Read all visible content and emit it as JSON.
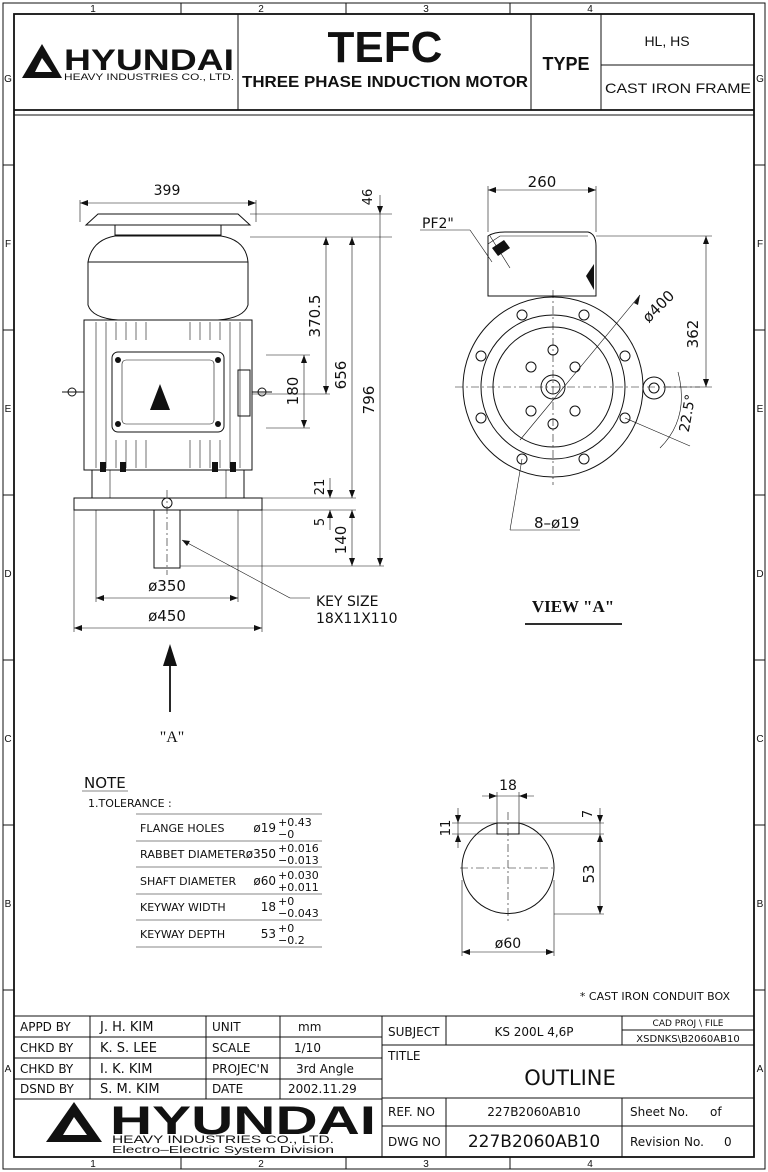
{
  "border": {
    "columns": [
      "1",
      "2",
      "3",
      "4"
    ],
    "rows": [
      "G",
      "F",
      "E",
      "D",
      "C",
      "B",
      "A"
    ]
  },
  "header": {
    "brand": "HYUNDAI",
    "brand_sub": "HEAVY INDUSTRIES CO., LTD.",
    "title": "TEFC",
    "subtitle": "THREE PHASE INDUCTION MOTOR",
    "type_label": "TYPE",
    "type_value": "HL, HS",
    "frame": "CAST IRON FRAME"
  },
  "front_view": {
    "width_top": "399",
    "dim_46": "46",
    "dim_370_5": "370.5",
    "dim_656": "656",
    "dim_796": "796",
    "dim_180": "180",
    "dim_21": "21",
    "dim_5": "5",
    "dim_140": "140",
    "dia_350": "ø350",
    "dia_450": "ø450",
    "key_size_label": "KEY SIZE",
    "key_size_value": "18X11X110",
    "arrow_label": "\"A\""
  },
  "side_view": {
    "dim_260": "260",
    "pf": "PF2\"",
    "dia_400": "ø400",
    "dim_362": "362",
    "angle": "22.5°",
    "holes": "8–ø19",
    "view_label": "VIEW \"A\""
  },
  "note": {
    "title": "NOTE",
    "tolerance": "1.TOLERANCE :",
    "rows": [
      {
        "name": "FLANGE HOLES",
        "nominal": "ø19",
        "upper": "+0.43",
        "lower": "−0"
      },
      {
        "name": "RABBET DIAMETER",
        "nominal": "ø350",
        "upper": "+0.016",
        "lower": "−0.013"
      },
      {
        "name": "SHAFT DIAMETER",
        "nominal": "ø60",
        "upper": "+0.030",
        "lower": "+0.011"
      },
      {
        "name": "KEYWAY WIDTH",
        "nominal": "18",
        "upper": "+0",
        "lower": "−0.043"
      },
      {
        "name": "KEYWAY DEPTH",
        "nominal": "53",
        "upper": "+0",
        "lower": "−0.2"
      }
    ]
  },
  "shaft_section": {
    "dim_18": "18",
    "dim_11": "11",
    "dim_7": "7",
    "dim_53": "53",
    "dia_60": "ø60"
  },
  "conduit_note": "* CAST IRON CONDUIT BOX",
  "title_block": {
    "appd_label": "APPD BY",
    "appd": "J. H. KIM",
    "chkd1_label": "CHKD BY",
    "chkd1": "K. S. LEE",
    "chkd2_label": "CHKD BY",
    "chkd2": "I. K. KIM",
    "dsnd_label": "DSND BY",
    "dsnd": "S. M. KIM",
    "unit_label": "UNIT",
    "unit": "mm",
    "scale_label": "SCALE",
    "scale": "1/10",
    "proj_label": "PROJEC'N",
    "proj": "3rd Angle",
    "date_label": "DATE",
    "date": "2002.11.29",
    "subject_label": "SUBJECT",
    "subject": "KS 200L 4,6P",
    "cad_proj_label": "CAD PROJ   \\ FILE",
    "cad_file": "XSDNKS\\B2060AB10",
    "title_label": "TITLE",
    "title": "OUTLINE",
    "ref_label": "REF. NO",
    "ref": "227B2060AB10",
    "sheet_label": "Sheet No.",
    "sheet_of": "of",
    "dwg_label": "DWG NO",
    "dwg": "227B2060AB10",
    "rev_label": "Revision No.",
    "rev": "0",
    "brand": "HYUNDAI",
    "brand_sub": "HEAVY INDUSTRIES CO., LTD.",
    "brand_div": "Electro–Electric System Division"
  }
}
